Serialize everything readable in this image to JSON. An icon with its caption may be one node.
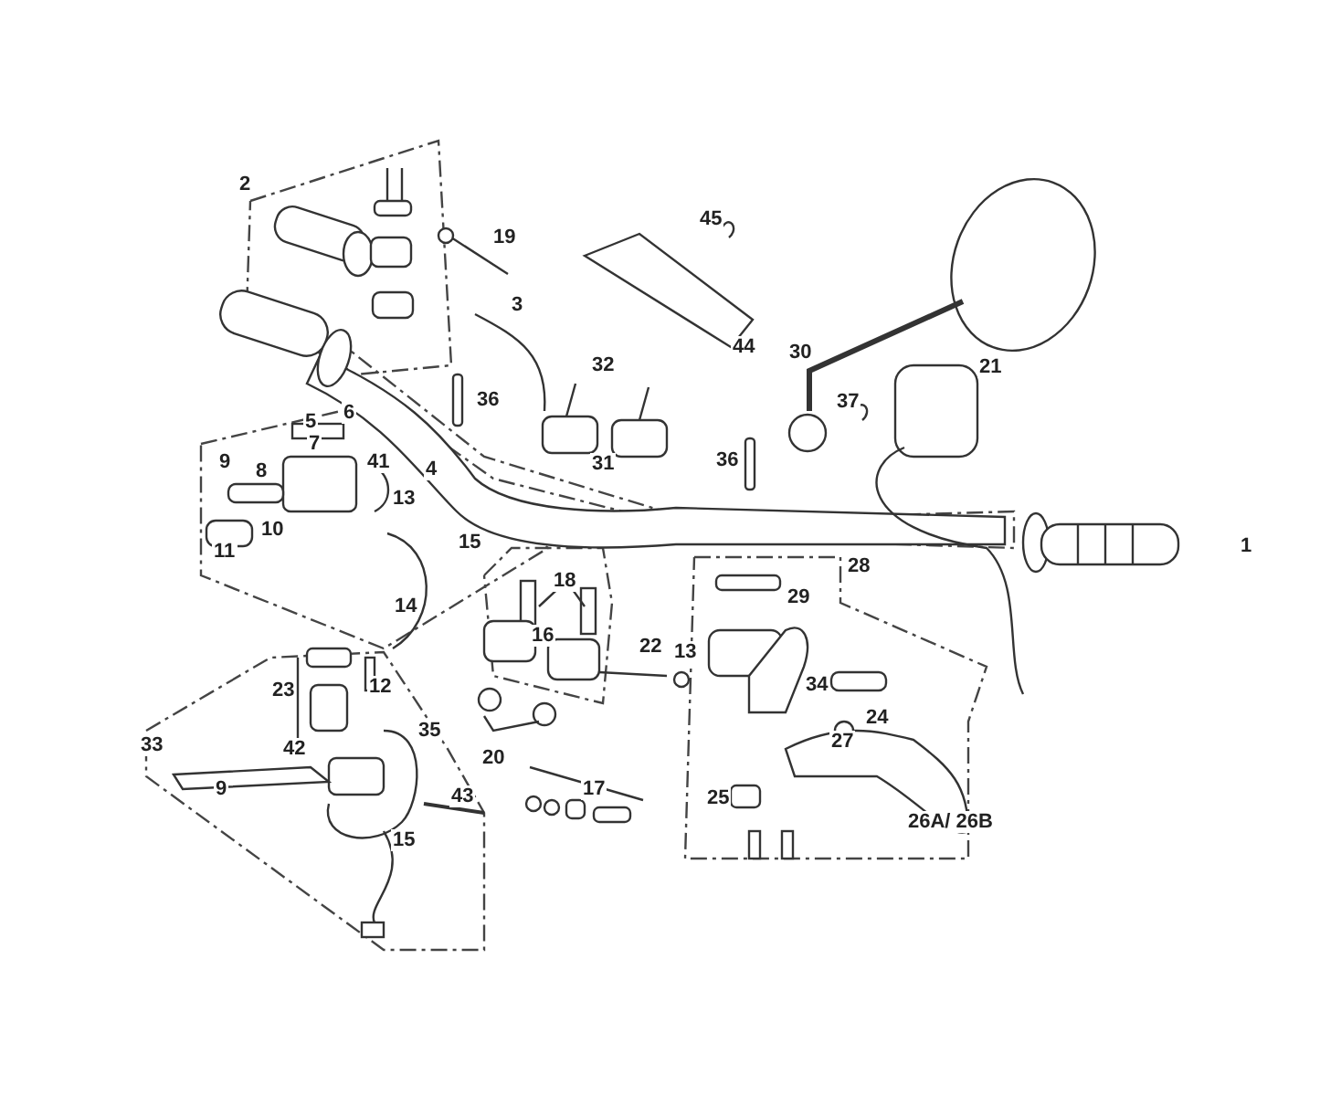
{
  "diagram": {
    "labels": [
      "2",
      "45",
      "19",
      "3",
      "44",
      "30",
      "21",
      "32",
      "37",
      "36",
      "36",
      "6",
      "5",
      "7",
      "9",
      "8",
      "41",
      "4",
      "31",
      "10",
      "11",
      "13",
      "15",
      "1",
      "18",
      "28",
      "29",
      "14",
      "16",
      "22",
      "13",
      "23",
      "12",
      "34",
      "42",
      "35",
      "20",
      "24",
      "27",
      "33",
      "9",
      "43",
      "17",
      "25",
      "15",
      "26A/ 26B"
    ]
  }
}
